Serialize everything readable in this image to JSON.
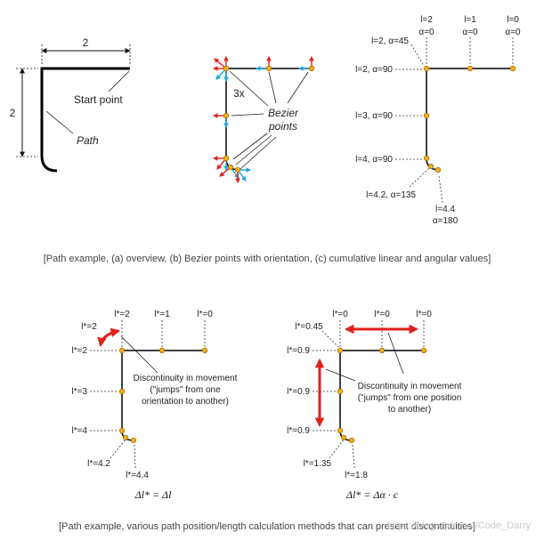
{
  "panel_overview": {
    "dim_top": "2",
    "dim_left": "2",
    "start_point": "Start point",
    "path": "Path"
  },
  "panel_bezier": {
    "multiplier": "3x",
    "bezier_line1": "Bezier",
    "bezier_line2": "points"
  },
  "panel_cumulative": {
    "col_l2": "l=2",
    "col_a2": "α=0",
    "col_l1": "l=1",
    "col_a1": "α=0",
    "col_l0": "l=0",
    "col_a0": "α=0",
    "row_1": "l=2, α=45",
    "row_2": "l=2, α=90",
    "row_3": "l=3, α=90",
    "row_4": "l=4, α=90",
    "row_5": "l=4.2, α=135",
    "row_6a": "l=4.4",
    "row_6b": "α=180"
  },
  "caption_top": "[Path example, (a) overview, (b) Bezier points with orientation, (c) cumulative linear and angular values]",
  "panel_linear": {
    "top_1": "l*=2",
    "top_2": "l*=1",
    "top_3": "l*=0",
    "left_1": "l*=2",
    "left_2": "l*=2",
    "left_3": "l*=3",
    "left_4": "l*=4",
    "bottom_1": "l*=4.2",
    "bottom_2": "l*=4.4",
    "note_1": "Discontinuity in movement",
    "note_2": "(\"jumps\" from one",
    "note_3": "orientation to another)",
    "formula": "Δl* = Δl"
  },
  "panel_angular": {
    "top_1": "l*=0",
    "top_2": "l*=0",
    "top_3": "l*=0",
    "left_1": "l*=0.45",
    "left_2": "l*=0.9",
    "left_3": "l*=0.9",
    "left_4": "l*=0.9",
    "bottom_1": "l*=1.35",
    "bottom_2": "l*=1.8",
    "note_1": "Discontinuity in movement",
    "note_2": "(\"jumps\" from one position",
    "note_3": "to another)",
    "formula": "Δl* = Δα · c"
  },
  "caption_bottom": "[Path example, various path position/length calculation methods that can present discontinuities]",
  "watermark": "https://blog.csdn.net/Code_Darry",
  "colors": {
    "path": "#000000",
    "point_fill": "#f2b01e",
    "point_stroke": "#a07000",
    "arrow_red": "#e0201b",
    "arrow_blue": "#1fa3e0",
    "leader": "#333333"
  }
}
